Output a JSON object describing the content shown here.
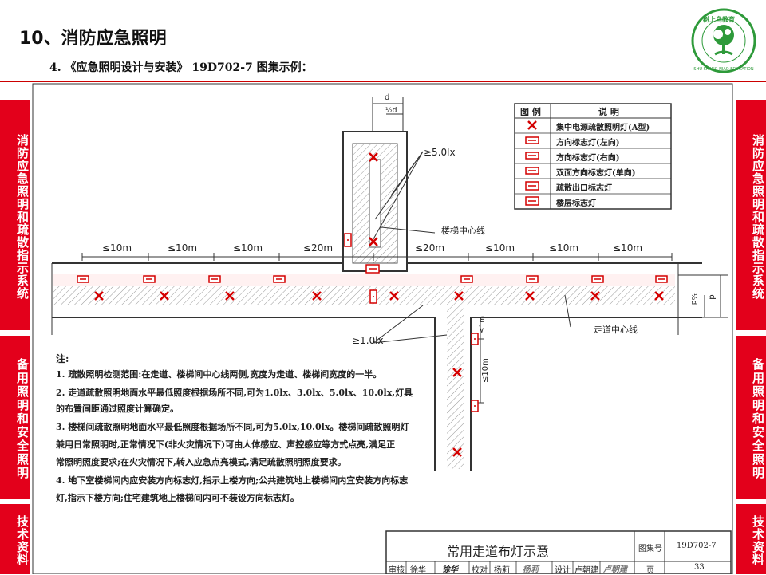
{
  "header": {
    "title": "10、消防应急照明",
    "subtitle": "4. 《应急照明设计与安装》 19D702-7 图集示例："
  },
  "logo": {
    "text_top": "树上鸟教育",
    "text_bottom": "SHU SHANG NIAO EDUCATION"
  },
  "sidebar_left": [
    {
      "text": "消防应急照明和疏散指示系统",
      "color": "#e3001b"
    },
    {
      "text": "备用照明和安全照明",
      "color": "#e3001b"
    },
    {
      "text": "技术资料",
      "color": "#e3001b"
    }
  ],
  "sidebar_right": [
    {
      "text": "消防应急照明和疏散指示系统"
    },
    {
      "text": "备用照明和安全照明"
    },
    {
      "text": "技术资料"
    }
  ],
  "legend": {
    "col_symbol": "图 例",
    "col_desc": "说 明",
    "items": [
      {
        "icon": "cross-x-icon",
        "label": "集中电源疏散照明灯(A型)"
      },
      {
        "icon": "direction-left-icon",
        "label": "方向标志灯(左向)"
      },
      {
        "icon": "direction-right-icon",
        "label": "方向标志灯(右向)"
      },
      {
        "icon": "double-direction-icon",
        "label": "双面方向标志灯(单向)"
      },
      {
        "icon": "exit-sign-icon",
        "label": "疏散出口标志灯"
      },
      {
        "icon": "floor-sign-icon",
        "label": "楼层标志灯"
      }
    ]
  },
  "drawing": {
    "dims": {
      "d": "d",
      "half_d": "½d",
      "d_right": "d",
      "half_d_right": "½d"
    },
    "spacings_left": [
      "≤10m",
      "≤10m",
      "≤10m",
      "≤20m"
    ],
    "spacings_right": [
      "≤20m",
      "≤10m",
      "≤10m",
      "≤10m"
    ],
    "lux_stair": "≥5.0lx",
    "lux_corridor": "≥1.0lx",
    "stair_centerline": "楼梯中心线",
    "corridor_centerline": "走道中心线",
    "vert_dim_1": "≤1m",
    "vert_dim_2": "≤10m"
  },
  "notes": {
    "heading": "注:",
    "lines": [
      "1. 疏散照明检测范围:在走道、楼梯间中心线两侧,宽度为走道、楼梯间宽度的一半。",
      "2. 走道疏散照明地面水平最低照度根据场所不同,可为1.0lx、3.0lx、5.0lx、10.0lx,灯具",
      "   的布置间距通过照度计算确定。",
      "3. 楼梯间疏散照明地面水平最低照度根据场所不同,可为5.0lx,10.0lx。楼梯间疏散照明灯",
      "   兼用日常照明时,正常情况下(非火灾情况下)可由人体感应、声控感应等方式点亮,满足正",
      "   常照明照度要求;在火灾情况下,转入应急点亮模式,满足疏散照明照度要求。",
      "4. 地下室楼梯间内应安装方向标志灯,指示上楼方向;公共建筑地上楼梯间内宜安装方向标志",
      "   灯,指示下楼方向;住宅建筑地上楼梯间内可不装设方向标志灯。"
    ]
  },
  "title_block": {
    "drawing_title": "常用走道布灯示意",
    "atlas_label": "图集号",
    "atlas_no": "19D702-7",
    "review_label": "审核",
    "reviewer": "徐华",
    "reviewer_sig": "徐华",
    "check_label": "校对",
    "checker": "杨莉",
    "checker_sig": "杨莉",
    "design_label": "设计",
    "designer": "卢朝建",
    "designer_sig": "卢朝建",
    "page_label": "页",
    "page_no": "33"
  },
  "colors": {
    "brand_red": "#e3001b",
    "logo_green": "#2e9a3a",
    "lamp_red": "#d40000",
    "hatch": "#888888"
  }
}
